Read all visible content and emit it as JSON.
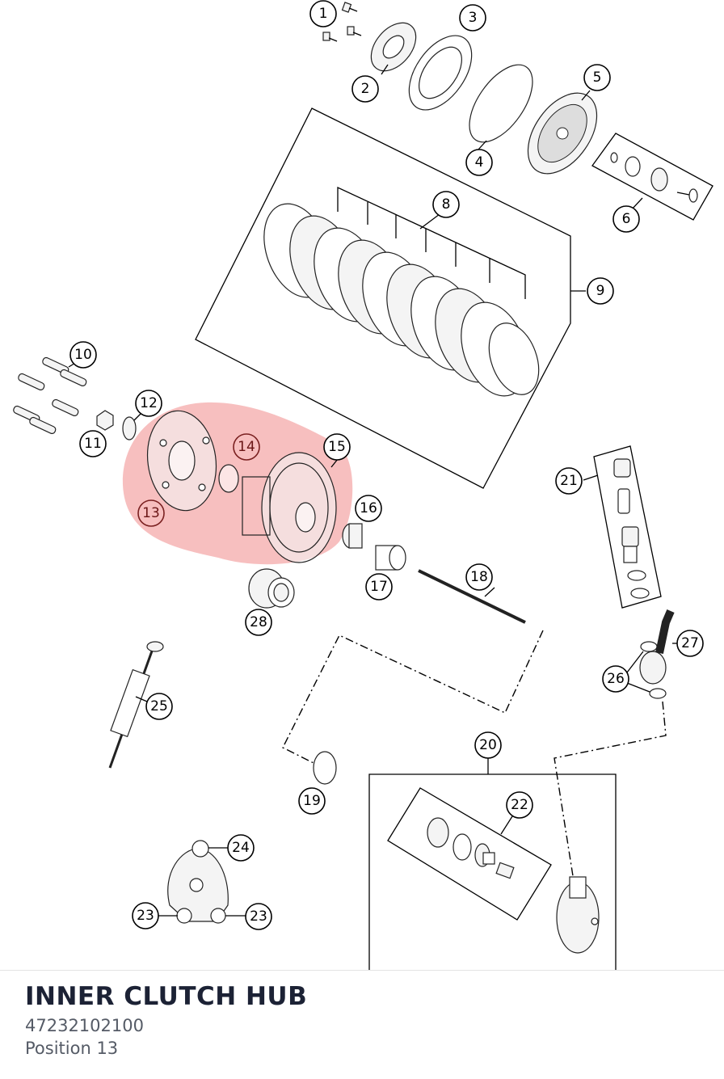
{
  "diagram": {
    "callouts": [
      {
        "id": "1",
        "label": "1"
      },
      {
        "id": "2",
        "label": "2"
      },
      {
        "id": "3",
        "label": "3"
      },
      {
        "id": "4",
        "label": "4"
      },
      {
        "id": "5",
        "label": "5"
      },
      {
        "id": "6",
        "label": "6"
      },
      {
        "id": "8",
        "label": "8"
      },
      {
        "id": "9",
        "label": "9"
      },
      {
        "id": "10",
        "label": "10"
      },
      {
        "id": "11",
        "label": "11"
      },
      {
        "id": "12",
        "label": "12"
      },
      {
        "id": "13",
        "label": "13"
      },
      {
        "id": "14",
        "label": "14"
      },
      {
        "id": "15",
        "label": "15"
      },
      {
        "id": "16",
        "label": "16"
      },
      {
        "id": "17",
        "label": "17"
      },
      {
        "id": "18",
        "label": "18"
      },
      {
        "id": "19",
        "label": "19"
      },
      {
        "id": "20",
        "label": "20"
      },
      {
        "id": "21",
        "label": "21"
      },
      {
        "id": "22",
        "label": "22"
      },
      {
        "id": "23a",
        "label": "23"
      },
      {
        "id": "23b",
        "label": "23"
      },
      {
        "id": "24",
        "label": "24"
      },
      {
        "id": "25",
        "label": "25"
      },
      {
        "id": "26",
        "label": "26"
      },
      {
        "id": "27",
        "label": "27"
      },
      {
        "id": "28",
        "label": "28"
      }
    ],
    "highlight_color": "#f08080",
    "highlighted_position": "13"
  },
  "part": {
    "name": "INNER CLUTCH HUB",
    "number": "47232102100",
    "position": "Position 13"
  }
}
